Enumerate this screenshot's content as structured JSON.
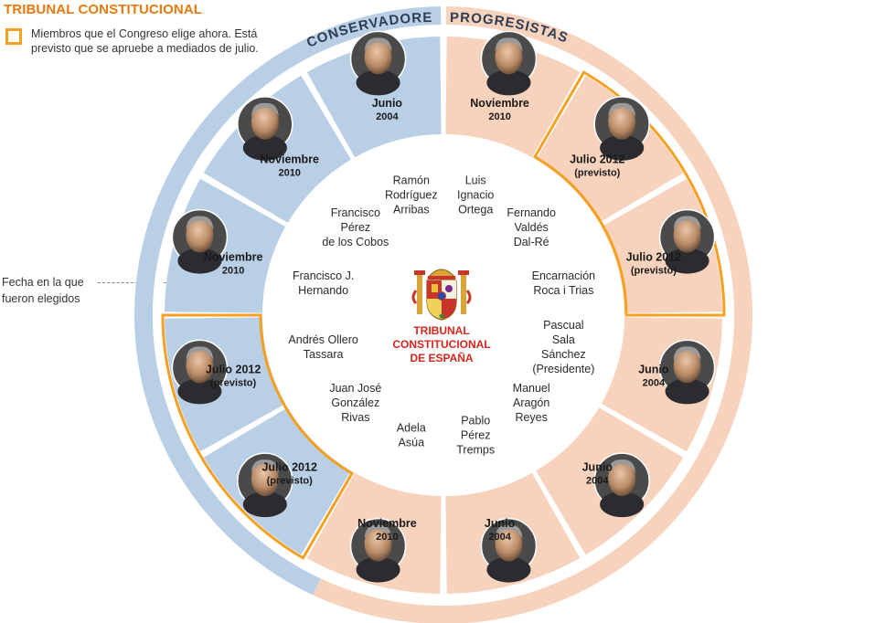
{
  "title": "TRIBUNAL CONSTITUCIONAL",
  "legend": {
    "text": "Miembros que el Congreso elige ahora. Está previsto que se apruebe a mediados de julio."
  },
  "side_annotation": {
    "text": "Fecha en la que fueron elegidos"
  },
  "groups": {
    "left": "CONSERVADORES",
    "right": "PROGRESISTAS"
  },
  "center": {
    "line1": "TRIBUNAL",
    "line2": "CONSTITUCIONAL",
    "line3": "DE ESPAÑA"
  },
  "colors": {
    "conservative": "#b9cfe6",
    "progressive": "#f7d2bd",
    "highlight": "#f5a020",
    "title": "#e8790c"
  },
  "members": [
    {
      "group": "progresista",
      "name": [
        "Luis",
        "Ignacio",
        "Ortega"
      ],
      "date": "Noviembre",
      "year": "2010",
      "highlight": false
    },
    {
      "group": "progresista",
      "name": [
        "Fernando",
        "Valdés",
        "Dal-Ré"
      ],
      "date": "Julio 2012",
      "year": "(previsto)",
      "highlight": true
    },
    {
      "group": "progresista",
      "name": [
        "Encarnación",
        "Roca i Trias"
      ],
      "date": "Julio 2012",
      "year": "(previsto)",
      "highlight": true
    },
    {
      "group": "progresista",
      "name": [
        "Pascual",
        "Sala",
        "Sánchez",
        "(Presidente)"
      ],
      "date": "Junio",
      "year": "2004",
      "highlight": false
    },
    {
      "group": "progresista",
      "name": [
        "Manuel",
        "Aragón",
        "Reyes"
      ],
      "date": "Junio",
      "year": "2004",
      "highlight": false
    },
    {
      "group": "progresista",
      "name": [
        "Pablo",
        "Pérez",
        "Tremps"
      ],
      "date": "Junio",
      "year": "2004",
      "highlight": false
    },
    {
      "group": "progresista",
      "name": [
        "Adela",
        "Asúa"
      ],
      "date": "Noviembre",
      "year": "2010",
      "highlight": false
    },
    {
      "group": "conservador",
      "name": [
        "Juan José",
        "González",
        "Rivas"
      ],
      "date": "Julio 2012",
      "year": "(previsto)",
      "highlight": true
    },
    {
      "group": "conservador",
      "name": [
        "Andrés Ollero",
        "Tassara"
      ],
      "date": "Julio 2012",
      "year": "(previsto)",
      "highlight": true
    },
    {
      "group": "conservador",
      "name": [
        "Francisco J.",
        "Hernando"
      ],
      "date": "Noviembre",
      "year": "2010",
      "highlight": false
    },
    {
      "group": "conservador",
      "name": [
        "Francisco",
        "Pérez",
        "de los Cobos"
      ],
      "date": "Noviembre",
      "year": "2010",
      "highlight": false
    },
    {
      "group": "conservador",
      "name": [
        "Ramón",
        "Rodríguez",
        "Arribas"
      ],
      "date": "Junio",
      "year": "2004",
      "highlight": false
    }
  ]
}
